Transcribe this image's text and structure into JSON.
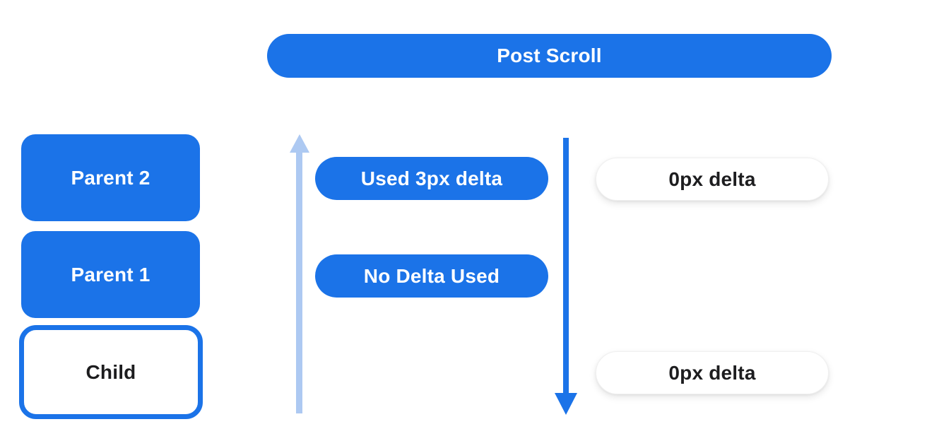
{
  "diagram": {
    "title": "Post Scroll",
    "colors": {
      "primary_blue": "#1b73e8",
      "light_blue": "#adc9f2",
      "text_dark": "#1d1d1f",
      "background": "#ffffff"
    },
    "scrollable_stack": {
      "boxes": [
        {
          "label": "Parent 2",
          "style": "filled-blue"
        },
        {
          "label": "Parent 1",
          "style": "filled-blue"
        },
        {
          "label": "Child",
          "style": "outlined-blue"
        }
      ]
    },
    "inner_delta_labels": [
      {
        "text": "Used 3px delta"
      },
      {
        "text": "No Delta Used"
      }
    ],
    "outer_delta_labels": [
      {
        "text": "0px delta"
      },
      {
        "text": "0px delta"
      }
    ],
    "arrows": [
      {
        "name": "scroll-up-arrow",
        "direction": "up",
        "color": "#adc9f2"
      },
      {
        "name": "scroll-down-arrow",
        "direction": "down",
        "color": "#1b73e8"
      }
    ]
  }
}
